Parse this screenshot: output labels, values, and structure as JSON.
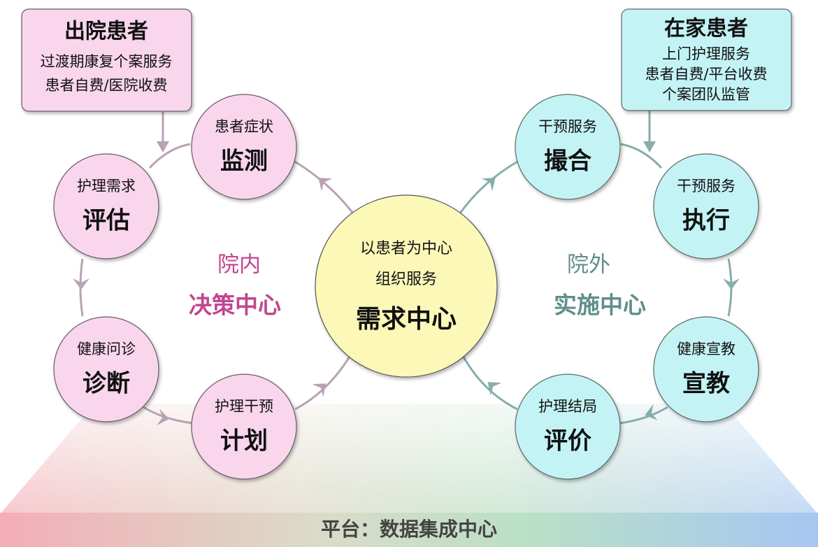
{
  "colors": {
    "pink_fill": "#f9d6ec",
    "pink_stroke": "#6a5a6a",
    "teal_fill": "#c4f3f5",
    "teal_stroke": "#5a6a6a",
    "center_fill": "#fbf8b8",
    "left_arc": "#b8a2b4",
    "right_arc": "#86aeab",
    "left_label": "#c2458f",
    "right_label": "#5f8f8b"
  },
  "left_box": {
    "title": "出院患者",
    "lines": [
      "过渡期康复个案服务",
      "患者自费/医院收费"
    ]
  },
  "right_box": {
    "title": "在家患者",
    "lines": [
      "上门护理服务",
      "患者自费/平台收费",
      "个案团队监管"
    ]
  },
  "left_nodes": [
    {
      "top": "患者症状",
      "bottom": "监测"
    },
    {
      "top": "护理需求",
      "bottom": "评估"
    },
    {
      "top": "健康问诊",
      "bottom": "诊断"
    },
    {
      "top": "护理干预",
      "bottom": "计划"
    }
  ],
  "right_nodes": [
    {
      "top": "干预服务",
      "bottom": "撮合"
    },
    {
      "top": "干预服务",
      "bottom": "执行"
    },
    {
      "top": "健康宣教",
      "bottom": "宣教"
    },
    {
      "top": "护理结局",
      "bottom": "评价"
    }
  ],
  "center": {
    "line1": "以患者为中心",
    "line2": "组织服务",
    "title": "需求中心"
  },
  "left_label": {
    "top": "院内",
    "bottom": "决策中心"
  },
  "right_label": {
    "top": "院外",
    "bottom": "实施中心"
  },
  "platform": "平台：数据集成中心"
}
